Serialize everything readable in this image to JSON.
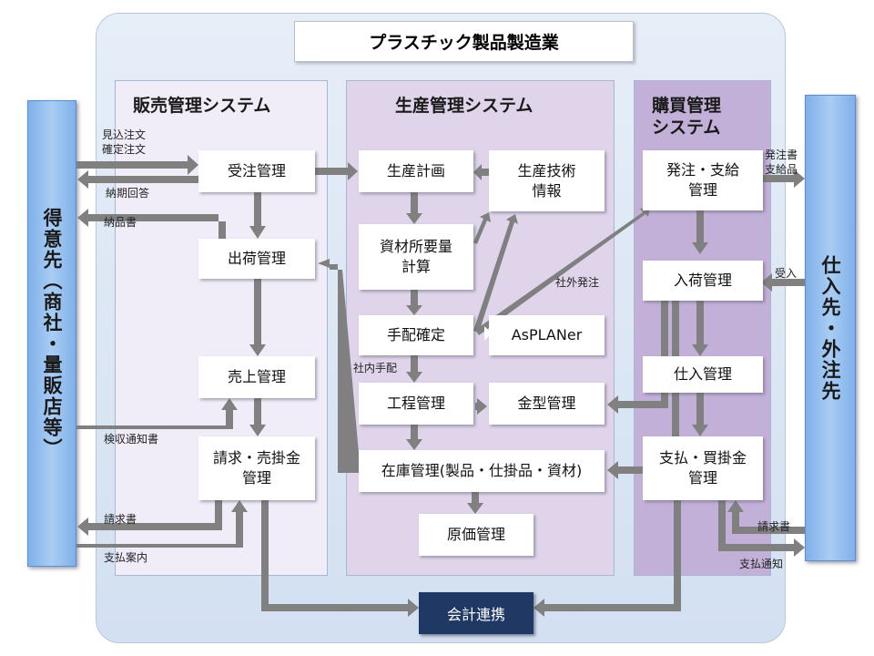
{
  "title": "プラスチック製品製造業",
  "left_entity": "得意先（商社・量販店等）",
  "right_entity": "仕入先・外注先",
  "systems": {
    "sales": "販売管理システム",
    "production": "生産管理システム",
    "purchasing": "購買管理\nシステム"
  },
  "boxes": {
    "order_mgmt": "受注管理",
    "shipping_mgmt": "出荷管理",
    "sales_mgmt": "売上管理",
    "billing_mgmt": "請求・売掛金\n管理",
    "prod_plan": "生産計画",
    "prod_tech": "生産技術\n情報",
    "mrp": "資材所要量\n計算",
    "arrange": "手配確定",
    "asplaner": "AsPLANer",
    "process_mgmt": "工程管理",
    "mold_mgmt": "金型管理",
    "inventory_mgmt": "在庫管理(製品・仕掛品・資材)",
    "cost_mgmt": "原価管理",
    "po_mgmt": "発注・支給\n管理",
    "receiving_mgmt": "入荷管理",
    "purchase_mgmt": "仕入管理",
    "payment_mgmt": "支払・買掛金\n管理",
    "accounting": "会計連携"
  },
  "labels": {
    "estimate_order": "見込注文\n確定注文",
    "delivery_reply": "納期回答",
    "delivery_note": "納品書",
    "inspection_notice": "検収通知書",
    "invoice_left": "請求書",
    "payment_guide": "支払案内",
    "po_supply": "発注書\n支給品",
    "receipt": "受入",
    "invoice_right": "請求書",
    "payment_notice": "支払通知",
    "external_order": "社外発注",
    "internal_order": "社内手配"
  }
}
